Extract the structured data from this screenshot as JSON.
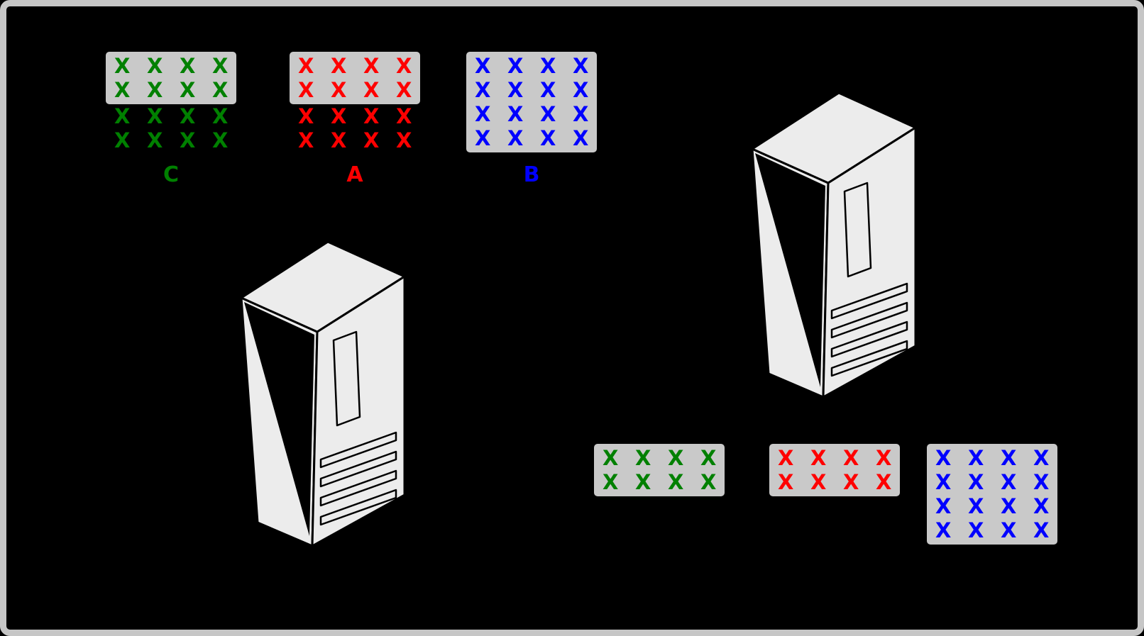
{
  "diagram": {
    "mark": "X",
    "colors": {
      "background": "#000000",
      "frame": "#c6c6c6",
      "box_fill": "#c9c9c9",
      "tower_fill": "#ececec",
      "tower_stroke": "#000000",
      "green": "#008000",
      "red": "#ff0000",
      "blue": "#0000ff"
    },
    "groups": {
      "top_c": {
        "label": "C",
        "color": "#008000",
        "cols": 4,
        "box_rows": 2,
        "loose_rows": 2
      },
      "top_a": {
        "label": "A",
        "color": "#ff0000",
        "cols": 4,
        "box_rows": 2,
        "loose_rows": 2
      },
      "top_b": {
        "label": "B",
        "color": "#0000ff",
        "cols": 4,
        "box_rows": 4,
        "loose_rows": 0
      },
      "bottom_c": {
        "label": "",
        "color": "#008000",
        "cols": 4,
        "box_rows": 2,
        "loose_rows": 0
      },
      "bottom_a": {
        "label": "",
        "color": "#ff0000",
        "cols": 4,
        "box_rows": 2,
        "loose_rows": 0
      },
      "bottom_b": {
        "label": "",
        "color": "#0000ff",
        "cols": 4,
        "box_rows": 4,
        "loose_rows": 0
      }
    }
  }
}
